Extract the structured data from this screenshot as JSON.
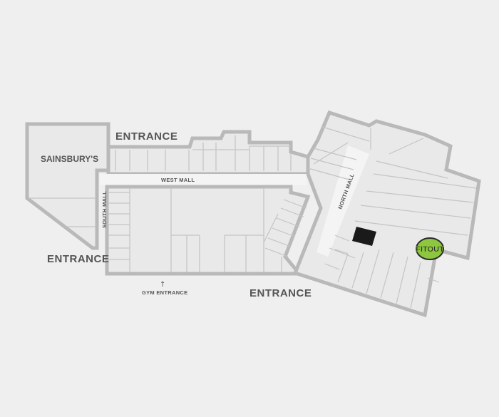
{
  "labels": {
    "entrance_top": "ENTRANCE",
    "entrance_left": "ENTRANCE",
    "entrance_bottom": "ENTRANCE",
    "sainsburys": "SAINSBURY'S",
    "west_mall": "WEST MALL",
    "south_mall": "SOUTH MALL",
    "north_mall": "NORTH MALL",
    "gym_entrance": "GYM ENTRANCE",
    "gym_arrow": "↑"
  },
  "logo": {
    "text": "FITOUT",
    "colors": {
      "accent": "#8dc63f",
      "dark": "#2b2b2b"
    }
  },
  "highlight": {
    "color": "#1a1a1a"
  },
  "colors": {
    "background": "#efefef",
    "wall": "#b9b9b9",
    "floor": "#e9e9e9",
    "text": "#555555"
  }
}
